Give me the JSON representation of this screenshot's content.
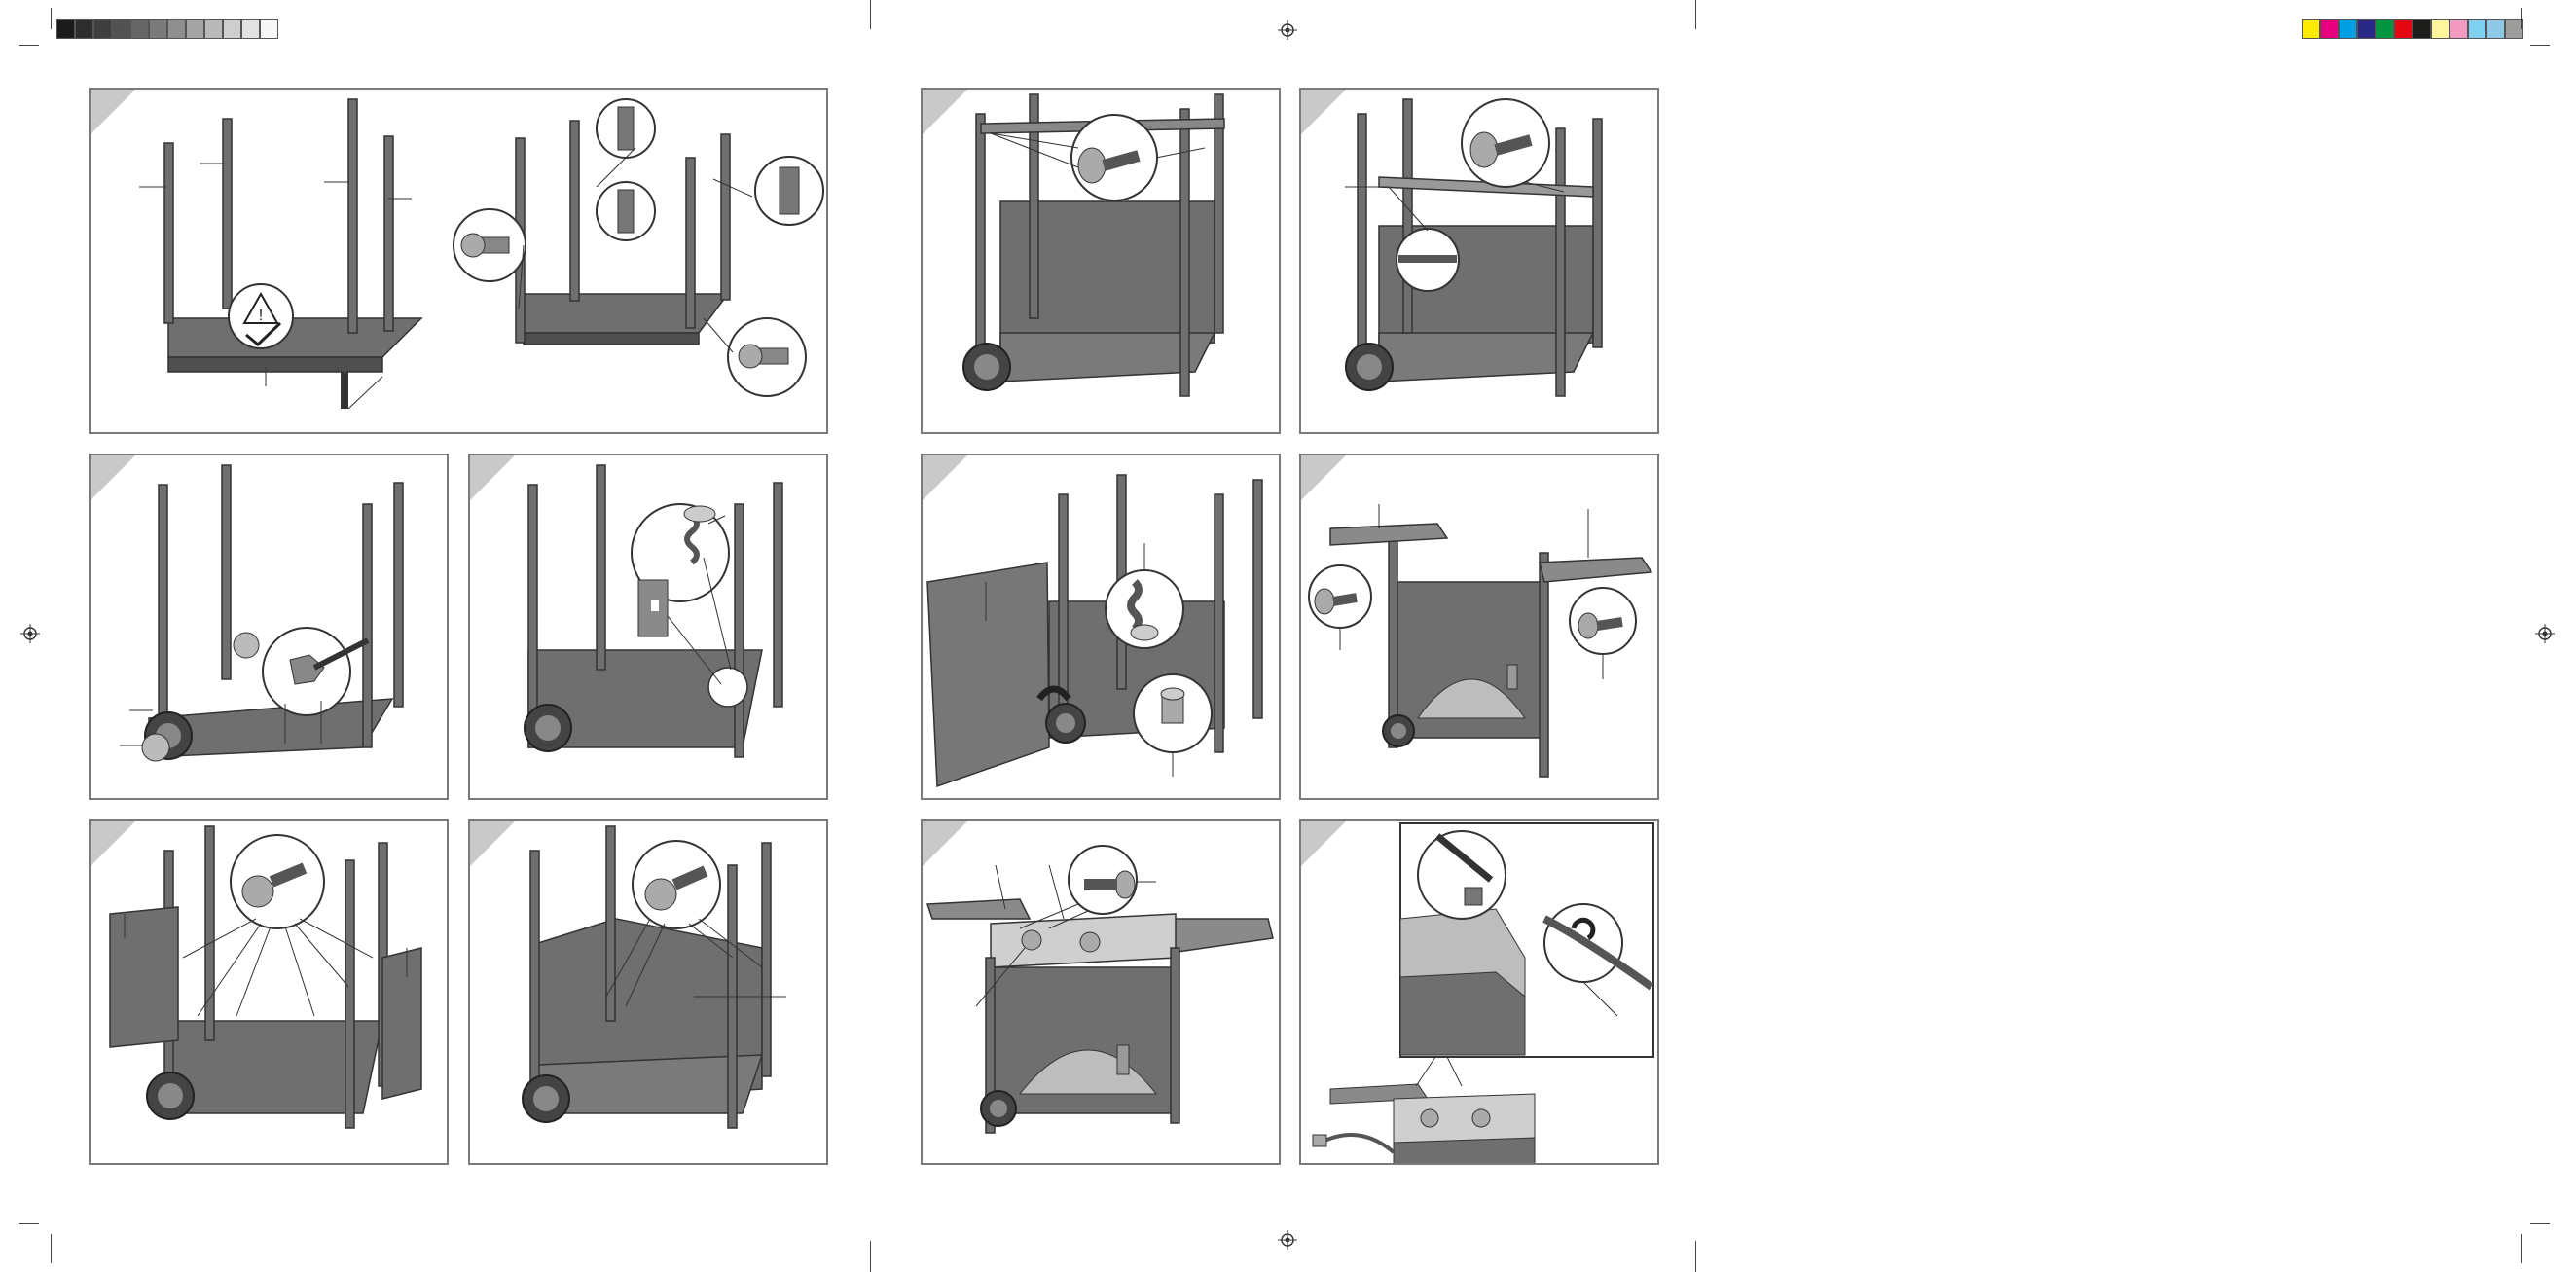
{
  "print_marks": {
    "grayscale_swatches": [
      "#1b1b1b",
      "#2d2d2d",
      "#3f3f3f",
      "#525252",
      "#666666",
      "#7a7a7a",
      "#8f8f8f",
      "#a4a4a4",
      "#b9b9b9",
      "#cecece",
      "#e3e3e3",
      "#f7f7f7"
    ],
    "color_swatches": [
      "#ffeb00",
      "#e6007e",
      "#009fe3",
      "#2a2a86",
      "#009640",
      "#e30613",
      "#1d1d1b",
      "#fff59d",
      "#f49ac1",
      "#7fd0f1",
      "#8ecae6",
      "#9d9d9c"
    ],
    "registration_mark_icon": "crosshair-circle-icon"
  },
  "colors": {
    "steel": "#6f6f6f",
    "steel_dark": "#4a4a4a",
    "panel_fill": "#7c7c7c",
    "light_panel": "#bdbdbd",
    "frame": "#7a7a7a"
  },
  "steps": [
    {
      "id": "step-1",
      "icon": "legs-and-base-icon"
    },
    {
      "id": "step-2",
      "icon": "screw-brackets-icon"
    },
    {
      "id": "step-3",
      "icon": "wheel-axle-icon"
    },
    {
      "id": "step-4",
      "icon": "hinge-screw-icon"
    },
    {
      "id": "step-5",
      "icon": "side-panels-icon"
    },
    {
      "id": "step-6",
      "icon": "back-panel-icon"
    },
    {
      "id": "step-7",
      "icon": "cross-braces-icon"
    },
    {
      "id": "step-8",
      "icon": "top-brace-icon"
    },
    {
      "id": "step-9",
      "icon": "door-mount-icon"
    },
    {
      "id": "step-10",
      "icon": "side-shelves-icon"
    },
    {
      "id": "step-11",
      "icon": "burner-top-icon"
    },
    {
      "id": "step-12",
      "icon": "gas-hose-icon"
    }
  ]
}
